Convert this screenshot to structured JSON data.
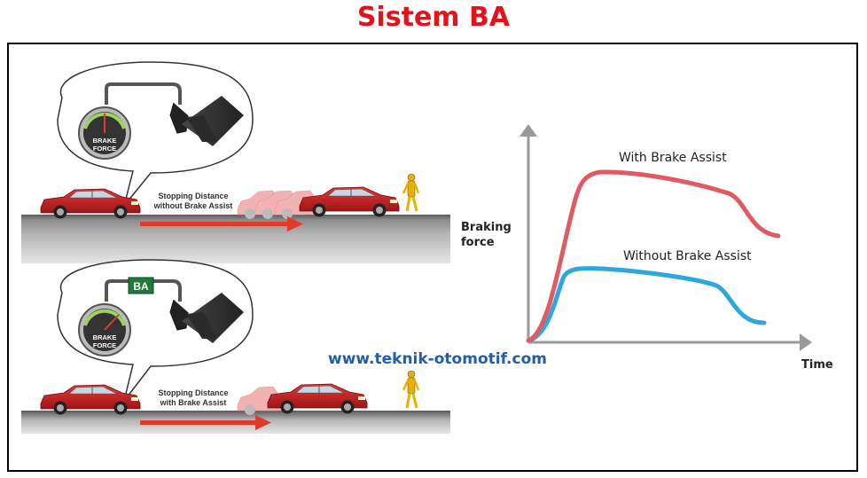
{
  "title": "Sistem BA",
  "top_scene": {
    "gauge_label": "BRAKE\nFORCE",
    "caption": "Stopping Distance\nwithout Brake Assist"
  },
  "bottom_scene": {
    "badge": "BA",
    "gauge_label": "BRAKE\nFORCE",
    "caption": "Stopping Distance\nwith Brake Assist"
  },
  "graph": {
    "ylabel": "Braking\nforce",
    "xlabel": "Time",
    "series": [
      {
        "name": "With Brake Assist",
        "color": "#e05a63"
      },
      {
        "name": "Without Brake Assist",
        "color": "#2ea8dc"
      }
    ]
  },
  "website": "www.teknik-otomotif.com"
}
